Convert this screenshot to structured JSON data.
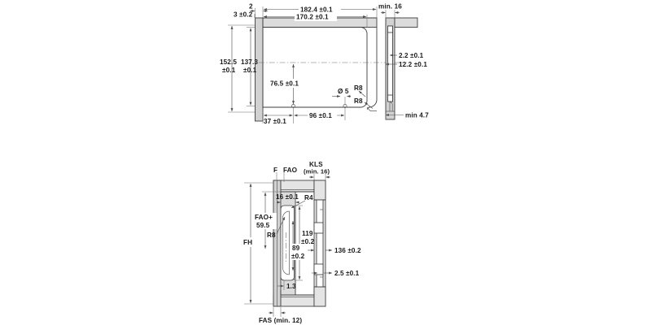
{
  "drawing": {
    "title": "Technical dimension drawing",
    "units": "mm",
    "colors": {
      "line": "#3c3c3c",
      "dimension": "#4a4a4a",
      "fill_light": "#d2d2d2",
      "fill_lighter": "#e4e4e4",
      "background": "#ffffff",
      "text": "#1b1b1b"
    }
  },
  "top_view": {
    "labels": {
      "width_outer": "182.4 ±0.1",
      "width_inner": "170.2 ±0.1",
      "panel_thickness": "2",
      "front_gap": "3 ±0.2",
      "height_outer": "152.5\n±0.1",
      "height_outer_line1": "152.5",
      "height_outer_line2": "±0.1",
      "height_inner_line1": "137.3",
      "height_inner_line2": "±0.1",
      "vertical_mid": "76.5 ±0.1",
      "offset_left": "37 ±0.1",
      "offset_right": "96 ±0.1",
      "hole_diameter": "Ø 5",
      "radius_upper": "R8",
      "radius_lower": "R8",
      "side_min": "min. 16",
      "side_dim_upper": "2.2 ±0.1",
      "side_dim_mid": "12.2 ±0.1",
      "side_min_bottom": "min 4.7"
    }
  },
  "bottom_view": {
    "labels": {
      "front_marker": "F",
      "fao": "FAO",
      "kls_line1": "KLS",
      "kls_line2": "(min. 16)",
      "fao_plus_line1": "FAO+",
      "fao_plus_line2": "59.5",
      "fh": "FH",
      "slot_width": "16 ±0.1",
      "radius_top": "R4",
      "radius_left": "R8",
      "slot_len_line1": "119",
      "slot_len_line2": "±0.2",
      "slot_inner_line1": "89",
      "slot_inner_line2": "±0.2",
      "wall": "1.3",
      "fas": "FAS (min. 12)",
      "depth": "136 ±0.2",
      "step": "2.5 ±0.1"
    }
  }
}
